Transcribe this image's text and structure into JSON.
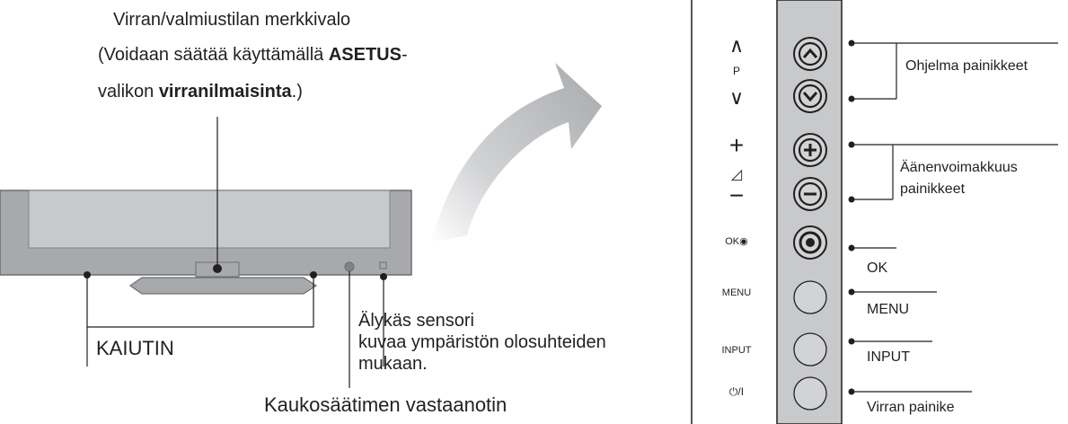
{
  "led_caption": {
    "line1": "Virran/valmiustilan merkkivalo",
    "line2_prefix": "(Voidaan säätää käyttämällä ",
    "line2_bold": "ASETUS",
    "line2_suffix": "-",
    "line3_prefix": "valikon ",
    "line3_bold": "virranilmaisinta",
    "line3_suffix": ".)"
  },
  "tv_labels": {
    "speaker": "KAIUTIN",
    "remote_receiver": "Kaukosäätimen vastaanotin",
    "sensor_line1": "Älykäs sensori",
    "sensor_line2": "kuvaa ympäristön olosuhteiden",
    "sensor_line3": "mukaan."
  },
  "panel_side_labels": {
    "up": "∧",
    "p": "P",
    "down": "∨",
    "plus": "+",
    "vol": "◿",
    "minus": "−",
    "ok": "OK◉",
    "menu": "MENU",
    "input": "INPUT",
    "power": "⏻/I"
  },
  "callouts": {
    "program": "Ohjelma painikkeet",
    "volume_line1": "Äänenvoimakkuus",
    "volume_line2": "painikkeet",
    "ok": "OK",
    "menu": "MENU",
    "input": "INPUT",
    "power": "Virran painike"
  },
  "colors": {
    "tv_frame": "#9fa1a4",
    "tv_screen": "#bcbec0",
    "panel_strip": "#c7c9cb",
    "arrow": "#bdbfc1",
    "line": "#231f20"
  }
}
